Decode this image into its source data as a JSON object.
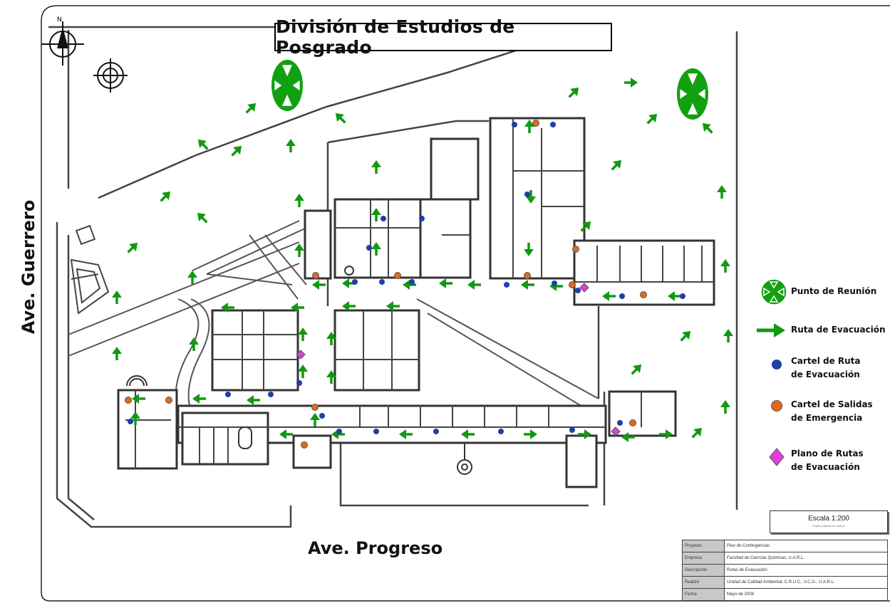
{
  "map": {
    "title": "División de Estudios de Posgrado",
    "north_label": "N",
    "streets": {
      "left": "Ave. Guerrero",
      "bottom": "Ave. Progreso"
    },
    "colors": {
      "route_arrow": "#119911",
      "route_sign": "#1f3fa8",
      "exit_sign": "#e06a1c",
      "plan": "#e040d8",
      "building_wall": "#333333",
      "meeting_point": "#11a011"
    }
  },
  "legend": {
    "items": [
      {
        "id": "meeting",
        "lines": [
          "Punto de Reunión"
        ]
      },
      {
        "id": "route",
        "lines": [
          "Ruta de Evacuación"
        ]
      },
      {
        "id": "route_sign",
        "lines": [
          "Cartel de Ruta",
          "de Evacuación"
        ]
      },
      {
        "id": "exit_sign",
        "lines": [
          "Cartel de Salidas",
          "de Emergencia"
        ]
      },
      {
        "id": "plan",
        "lines": [
          "Plano de Rutas",
          "de Evacuación"
        ]
      }
    ]
  },
  "scale": {
    "label": "Escala 1:200",
    "note": "Cotas y alturas en metros"
  },
  "info_table": [
    {
      "key": "Proyecto",
      "value": "Plan de Contingencias"
    },
    {
      "key": "Empresa",
      "value": "Facultad de Ciencias Químicas, U.A.R.L."
    },
    {
      "key": "Descripción",
      "value": "Rutas de Evacuación"
    },
    {
      "key": "Realizó",
      "value": "Unidad de Calidad Ambiental, C.R.U.C., V.C.G., U.A.R.L."
    },
    {
      "key": "Fecha",
      "value": "Mayo de 2006"
    }
  ]
}
